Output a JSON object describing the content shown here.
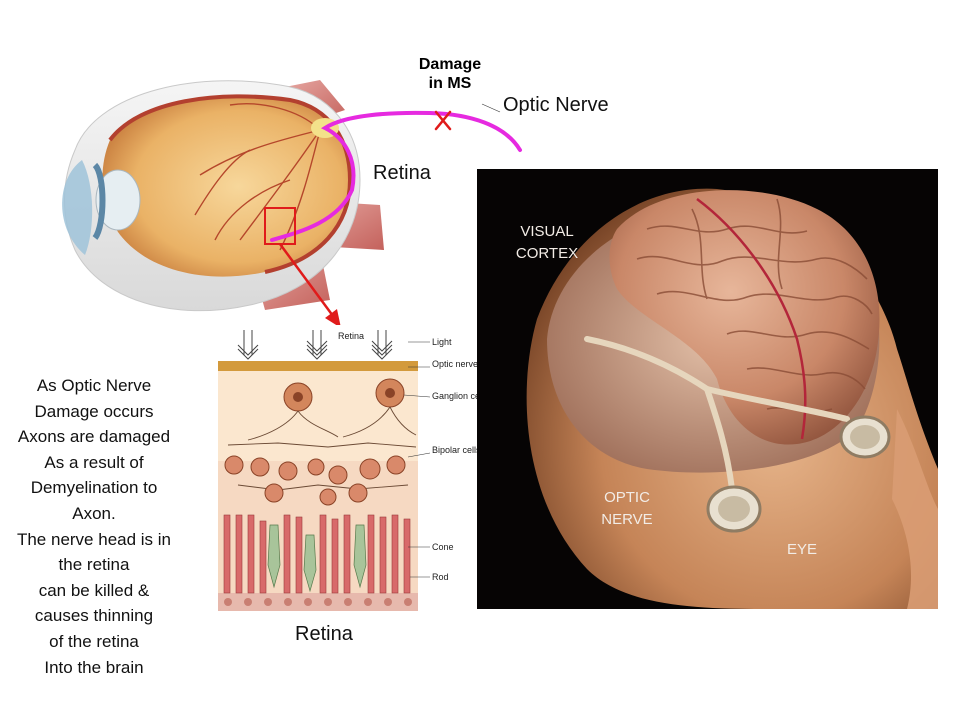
{
  "eye_diagram": {
    "damage_label_line1": "Damage",
    "damage_label_line2": "in MS",
    "damage_mark": "X",
    "optic_nerve_label": "Optic Nerve",
    "retina_label": "Retina",
    "nerve_color": "#e62ae0",
    "damage_color": "#e01b1b"
  },
  "retina_diagram": {
    "top_label": "Retina",
    "legend": [
      "Light",
      "Optic nerve",
      "Ganglion cells",
      "Bipolar cells",
      "Cone",
      "Rod"
    ],
    "caption": "Retina"
  },
  "brain_diagram": {
    "visual_cortex_line1": "VISUAL",
    "visual_cortex_line2": "CORTEX",
    "optic_nerve_line1": "OPTIC",
    "optic_nerve_line2": "NERVE",
    "eye_label": "EYE"
  },
  "side_text": [
    "As Optic Nerve",
    "Damage occurs",
    "Axons are damaged",
    "As a result of",
    "Demyelination to",
    "Axon.",
    "The nerve head is in",
    "the retina",
    "can be killed &",
    "causes thinning",
    "of the retina",
    "Into the brain"
  ]
}
